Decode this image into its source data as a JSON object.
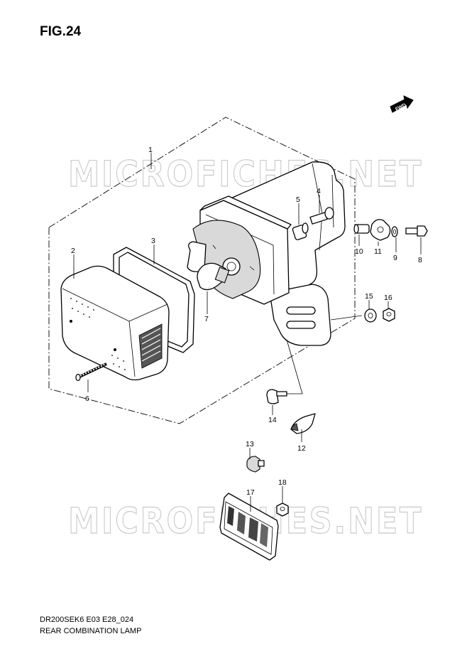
{
  "figure": {
    "title": "FIG.24",
    "forward_label": "FWD",
    "watermark": "MICROFICHES.NET",
    "code": "DR200SEK6 E03 E28_024",
    "name": "REAR COMBINATION LAMP"
  },
  "callouts": {
    "p1": "1",
    "p2": "2",
    "p3": "3",
    "p4": "4",
    "p5": "5",
    "p6": "6",
    "p7": "7",
    "p8": "8",
    "p9": "9",
    "p10": "10",
    "p11": "11",
    "p12": "12",
    "p13": "13",
    "p14": "14",
    "p15": "15",
    "p16": "16",
    "p17": "17",
    "p18": "18"
  },
  "icons": {
    "forward_arrow": "fwd-arrow-icon"
  }
}
